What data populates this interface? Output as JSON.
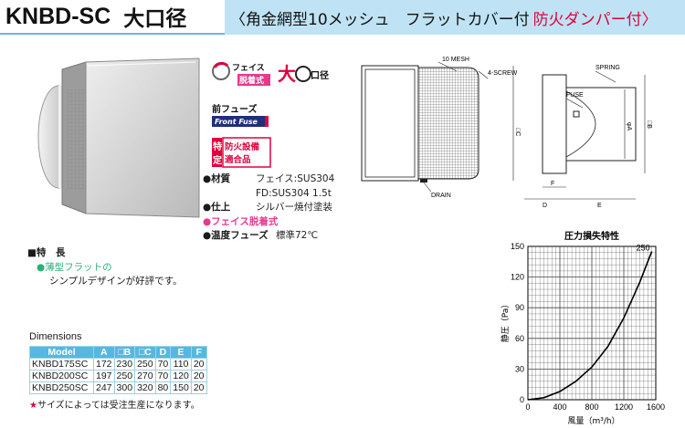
{
  "header": {
    "model": "KNBD-SC",
    "model_sub": "大口径",
    "spec": "〈角金網型10メッシュ　フラットカバー付",
    "damper": "防火ダンパー付〉"
  },
  "badges": {
    "face_1": "フェイス",
    "face_2": "脱着式",
    "big_1": "大",
    "big_2": "口径",
    "fuse_1": "前フューズ",
    "fuse_2": "Front Fuse",
    "fire_1": "特",
    "fire_2": "定",
    "fire_3": "防火設備",
    "fire_4": "適合品"
  },
  "specs": {
    "material_label": "●材質",
    "material_value": "フェイス:SUS304",
    "material_value2": "FD:SUS304 1.5t",
    "finish_label": "●仕上",
    "finish_value": "シルバー焼付塗装",
    "face_removable": "●フェイス脱着式",
    "fuse_label": "●温度フューズ",
    "fuse_value": "標準72℃"
  },
  "features": {
    "title": "■特　長",
    "line1": "●薄型フラットの",
    "line2": "シンプルデザインが好評です。"
  },
  "dimensions": {
    "title": "Dimensions",
    "headers": [
      "Model",
      "A",
      "□B",
      "□C",
      "D",
      "E",
      "F"
    ],
    "rows": [
      [
        "KNBD175SC",
        "172",
        "230",
        "250",
        "70",
        "110",
        "20"
      ],
      [
        "KNBD200SC",
        "197",
        "250",
        "270",
        "70",
        "120",
        "20"
      ],
      [
        "KNBD250SC",
        "247",
        "300",
        "320",
        "80",
        "150",
        "20"
      ]
    ],
    "note_star": "★",
    "note": "サイズによっては受注生産になります。"
  },
  "drawing": {
    "mesh": "10 MESH",
    "screw": "4-SCREW",
    "spring": "SPRING",
    "fuse": "FUSE",
    "drain": "DRAIN",
    "dim_c": "□C",
    "dim_a": "φA",
    "dim_b": "□B",
    "dim_f": "F",
    "dim_d": "D",
    "dim_e": "E"
  },
  "chart_data": {
    "type": "line",
    "title": "圧力損失特性",
    "xlabel": "風量（m³/h）",
    "ylabel": "静圧（Pa）",
    "xlim": [
      0,
      1600
    ],
    "ylim": [
      0,
      150
    ],
    "xticks": [
      0,
      400,
      800,
      1200,
      1600
    ],
    "yticks": [
      0,
      30,
      60,
      90,
      120,
      150
    ],
    "grid": true,
    "series": [
      {
        "name": "250",
        "x": [
          0,
          200,
          400,
          600,
          800,
          1000,
          1200,
          1400,
          1550
        ],
        "y": [
          0,
          2,
          8,
          18,
          32,
          52,
          80,
          115,
          145
        ]
      }
    ],
    "colors": {
      "line": "#000000",
      "grid": "#444444"
    }
  },
  "colors": {
    "header_band": "#bfe3f4",
    "accent_red": "#e0003c",
    "accent_pink": "#e8398e",
    "table_header": "#56b8e0"
  }
}
